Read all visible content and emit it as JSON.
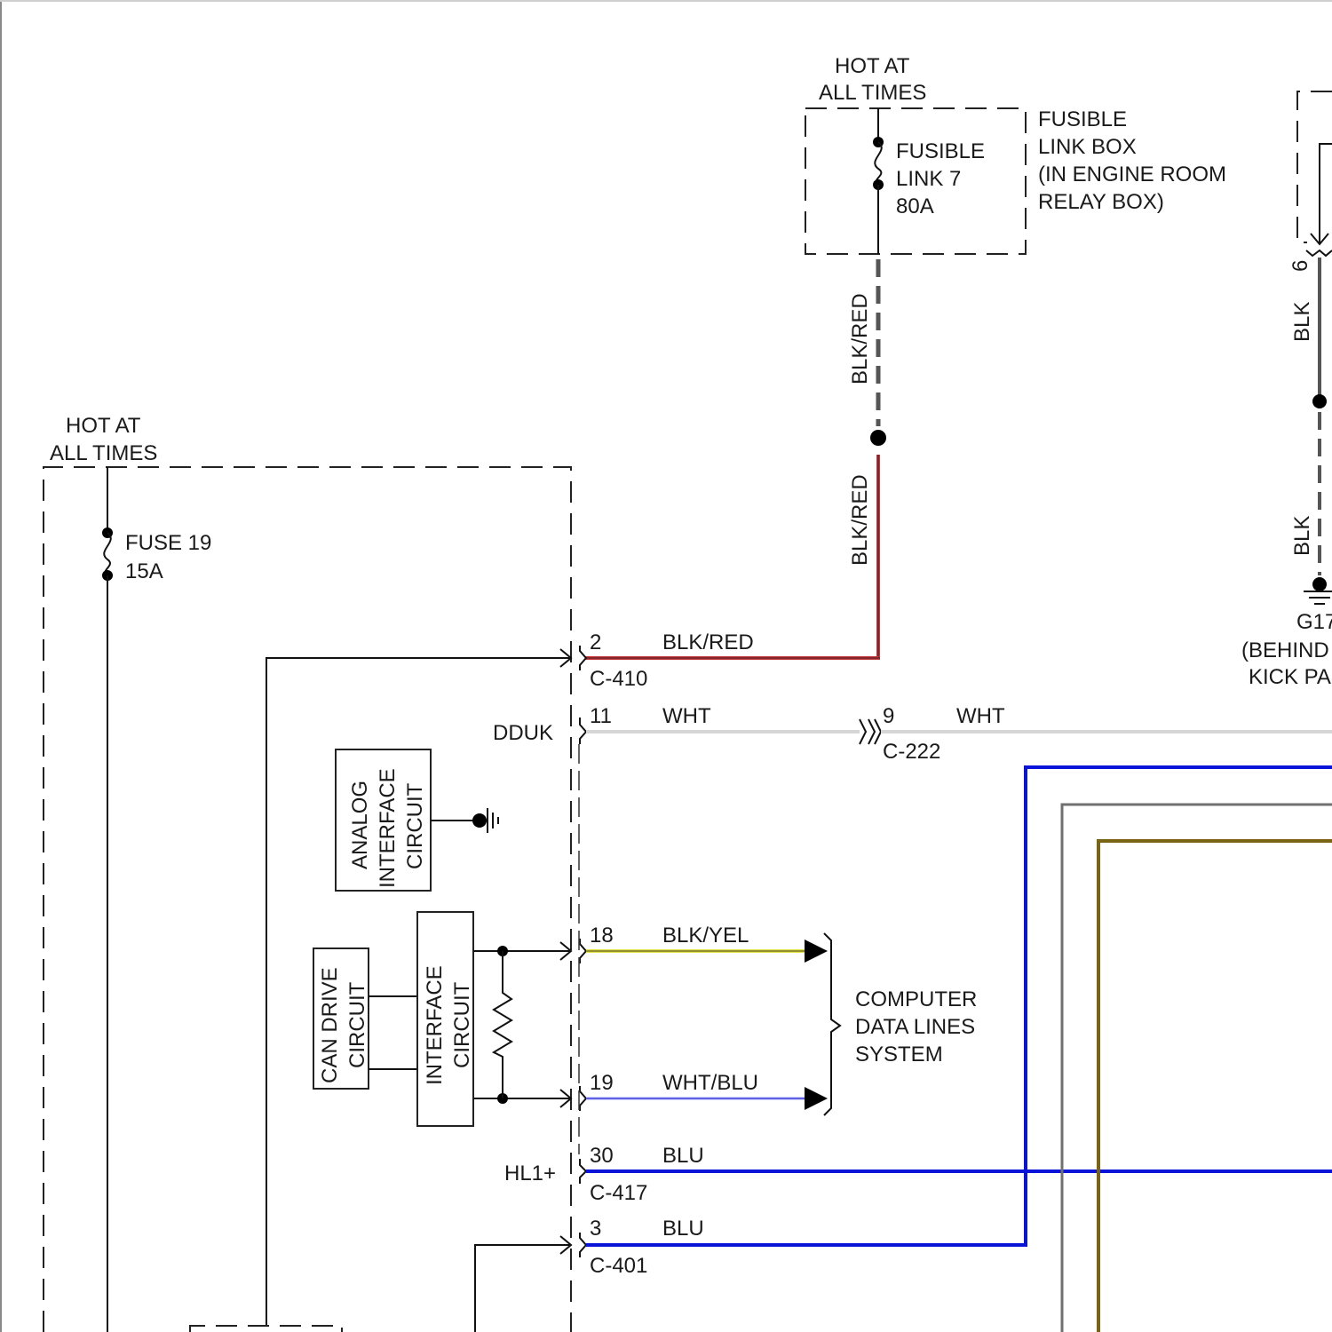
{
  "colors": {
    "blk_red": "#c0363c",
    "wht": "#d6d6d6",
    "blk_yel": "#e6e24a",
    "wht_blu": "#3a3ad8",
    "blu": "#0a14d8",
    "gry": "#707070",
    "brn": "#7a6414",
    "blk": "#555555"
  },
  "fusible_box": {
    "hot_line1": "HOT AT",
    "hot_line2": "ALL TIMES",
    "link_name_line1": "FUSIBLE",
    "link_name_line2": "LINK 7",
    "link_rating": "80A",
    "box_label": [
      "FUSIBLE",
      "LINK BOX",
      "(IN ENGINE ROOM",
      "RELAY BOX)"
    ]
  },
  "blk_red_upper_label": "BLK/RED",
  "blk_red_lower_label": "BLK/RED",
  "module": {
    "hot_line1": "HOT AT",
    "hot_line2": "ALL TIMES",
    "fuse_name": "FUSE 19",
    "fuse_rating": "15A",
    "ddu_label": "DDUK",
    "hl_label": "HL1+",
    "analog_circuit": [
      "ANALOG",
      "INTERFACE",
      "CIRCUIT"
    ],
    "can_drive_circuit": [
      "CAN DRIVE",
      "CIRCUIT"
    ],
    "interface_circuit": [
      "INTERFACE",
      "CIRCUIT"
    ]
  },
  "pins": [
    {
      "pin": "2",
      "wire": "BLK/RED",
      "connector": "C-410"
    },
    {
      "pin": "11",
      "wire": "WHT",
      "connector": ""
    },
    {
      "pin": "18",
      "wire": "BLK/YEL",
      "connector": ""
    },
    {
      "pin": "19",
      "wire": "WHT/BLU",
      "connector": ""
    },
    {
      "pin": "30",
      "wire": "BLU",
      "connector": "C-417"
    },
    {
      "pin": "3",
      "wire": "BLU",
      "connector": "C-401"
    }
  ],
  "c222": {
    "pin": "9",
    "wire": "WHT",
    "connector": "C-222"
  },
  "data_lines": [
    "COMPUTER",
    "DATA LINES",
    "SYSTEM"
  ],
  "ground": {
    "pin": "6",
    "wire_upper": "BLK",
    "wire_lower": "BLK",
    "name": "G17",
    "location_line1": "(BEHIND",
    "location_line2": "KICK PA"
  }
}
